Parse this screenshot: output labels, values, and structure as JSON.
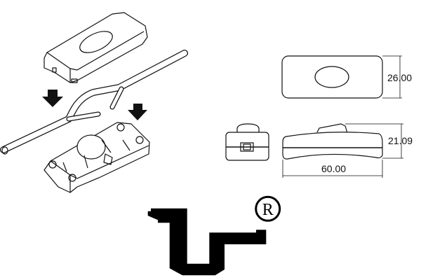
{
  "dimensions": {
    "height_top_view": "26.00",
    "height_side_view": "21.09",
    "length": "60.00"
  },
  "logo": {
    "registered_mark": "R"
  },
  "colors": {
    "line": "#111111",
    "background": "#ffffff",
    "logo": "#000000"
  }
}
